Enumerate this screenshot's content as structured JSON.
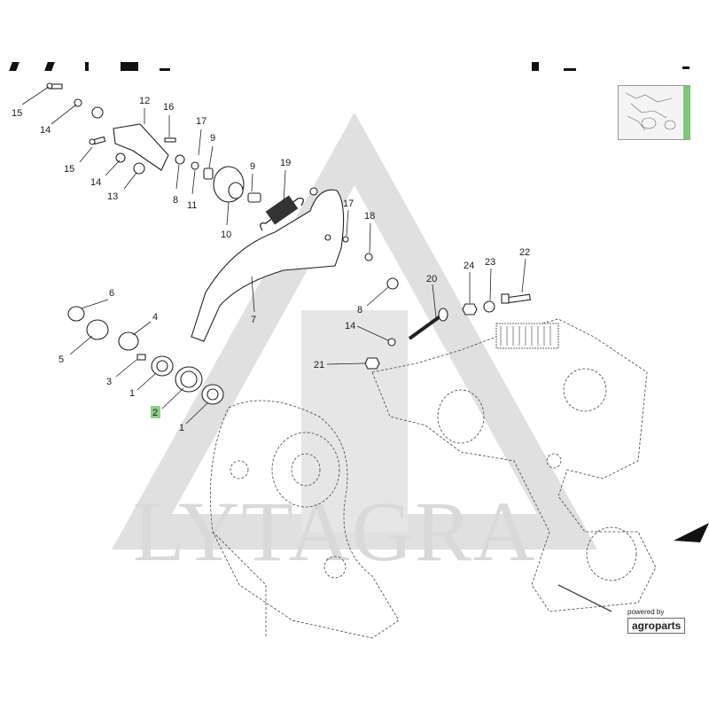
{
  "watermark": "LYTAGRA",
  "brand": {
    "prefix": "powered by",
    "name": "agroparts"
  },
  "highlight_color": "#8fd18a",
  "callouts": [
    {
      "id": "c15a",
      "label": "15"
    },
    {
      "id": "c14a",
      "label": "14"
    },
    {
      "id": "c12",
      "label": "12"
    },
    {
      "id": "c16",
      "label": "16"
    },
    {
      "id": "c15b",
      "label": "15"
    },
    {
      "id": "c14b",
      "label": "14"
    },
    {
      "id": "c13",
      "label": "13"
    },
    {
      "id": "c17a",
      "label": "17"
    },
    {
      "id": "c8a",
      "label": "8"
    },
    {
      "id": "c9a",
      "label": "9"
    },
    {
      "id": "c11",
      "label": "11"
    },
    {
      "id": "c9b",
      "label": "9"
    },
    {
      "id": "c10",
      "label": "10"
    },
    {
      "id": "c19",
      "label": "19"
    },
    {
      "id": "c17b",
      "label": "17"
    },
    {
      "id": "c18",
      "label": "18"
    },
    {
      "id": "c7",
      "label": "7"
    },
    {
      "id": "c6",
      "label": "6"
    },
    {
      "id": "c5",
      "label": "5"
    },
    {
      "id": "c4",
      "label": "4"
    },
    {
      "id": "c3",
      "label": "3"
    },
    {
      "id": "c1a",
      "label": "1"
    },
    {
      "id": "c2",
      "label": "2"
    },
    {
      "id": "c1b",
      "label": "1"
    },
    {
      "id": "c24",
      "label": "24"
    },
    {
      "id": "c23",
      "label": "23"
    },
    {
      "id": "c22",
      "label": "22"
    },
    {
      "id": "c20",
      "label": "20"
    },
    {
      "id": "c8b",
      "label": "8"
    },
    {
      "id": "c14c",
      "label": "14"
    },
    {
      "id": "c21",
      "label": "21"
    }
  ]
}
